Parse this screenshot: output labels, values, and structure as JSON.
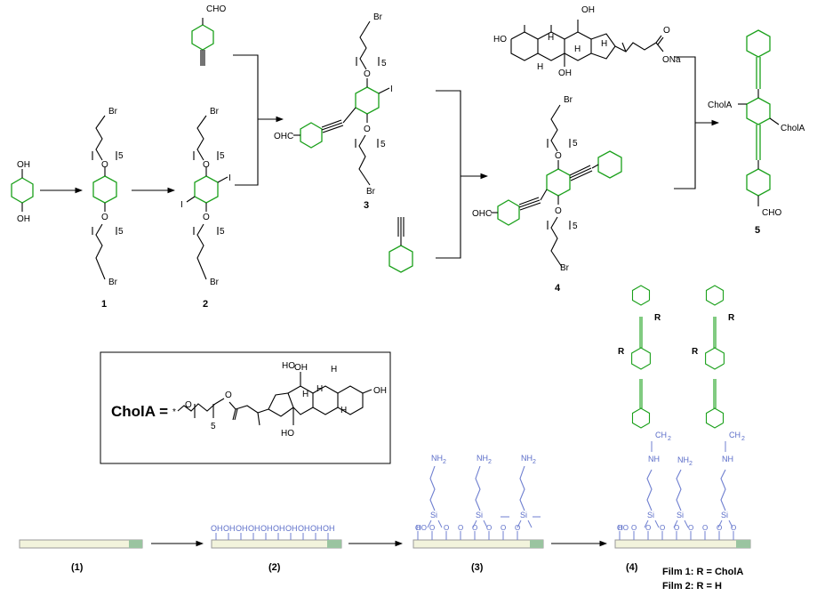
{
  "atoms": {
    "oh": "OH",
    "br": "Br",
    "i": "I",
    "o": "O",
    "five": "5",
    "cho": "CHO",
    "ohc": "OHC",
    "ona": "ONa",
    "h": "H",
    "ho": "HO",
    "chola": "CholA",
    "r": "R",
    "nh": "NH",
    "nh2": "NH",
    "two": "2",
    "ch2": "CH",
    "si": "Si",
    "hooh": "HO"
  },
  "compounds": {
    "c1": "1",
    "c2": "2",
    "c3": "3",
    "c4": "4",
    "c5": "5"
  },
  "box": {
    "def_label": "CholA =",
    "star": "*",
    "o": "O"
  },
  "stages": {
    "s1": "(1)",
    "s2": "(2)",
    "s3": "(3)",
    "s4": "(4)"
  },
  "films": {
    "f1": "Film 1: R = CholA",
    "f2": "Film 2: R = H"
  },
  "colors": {
    "green": "#1aa01a",
    "blue": "#6f7fd0",
    "substrate": "#f2f3dc"
  }
}
